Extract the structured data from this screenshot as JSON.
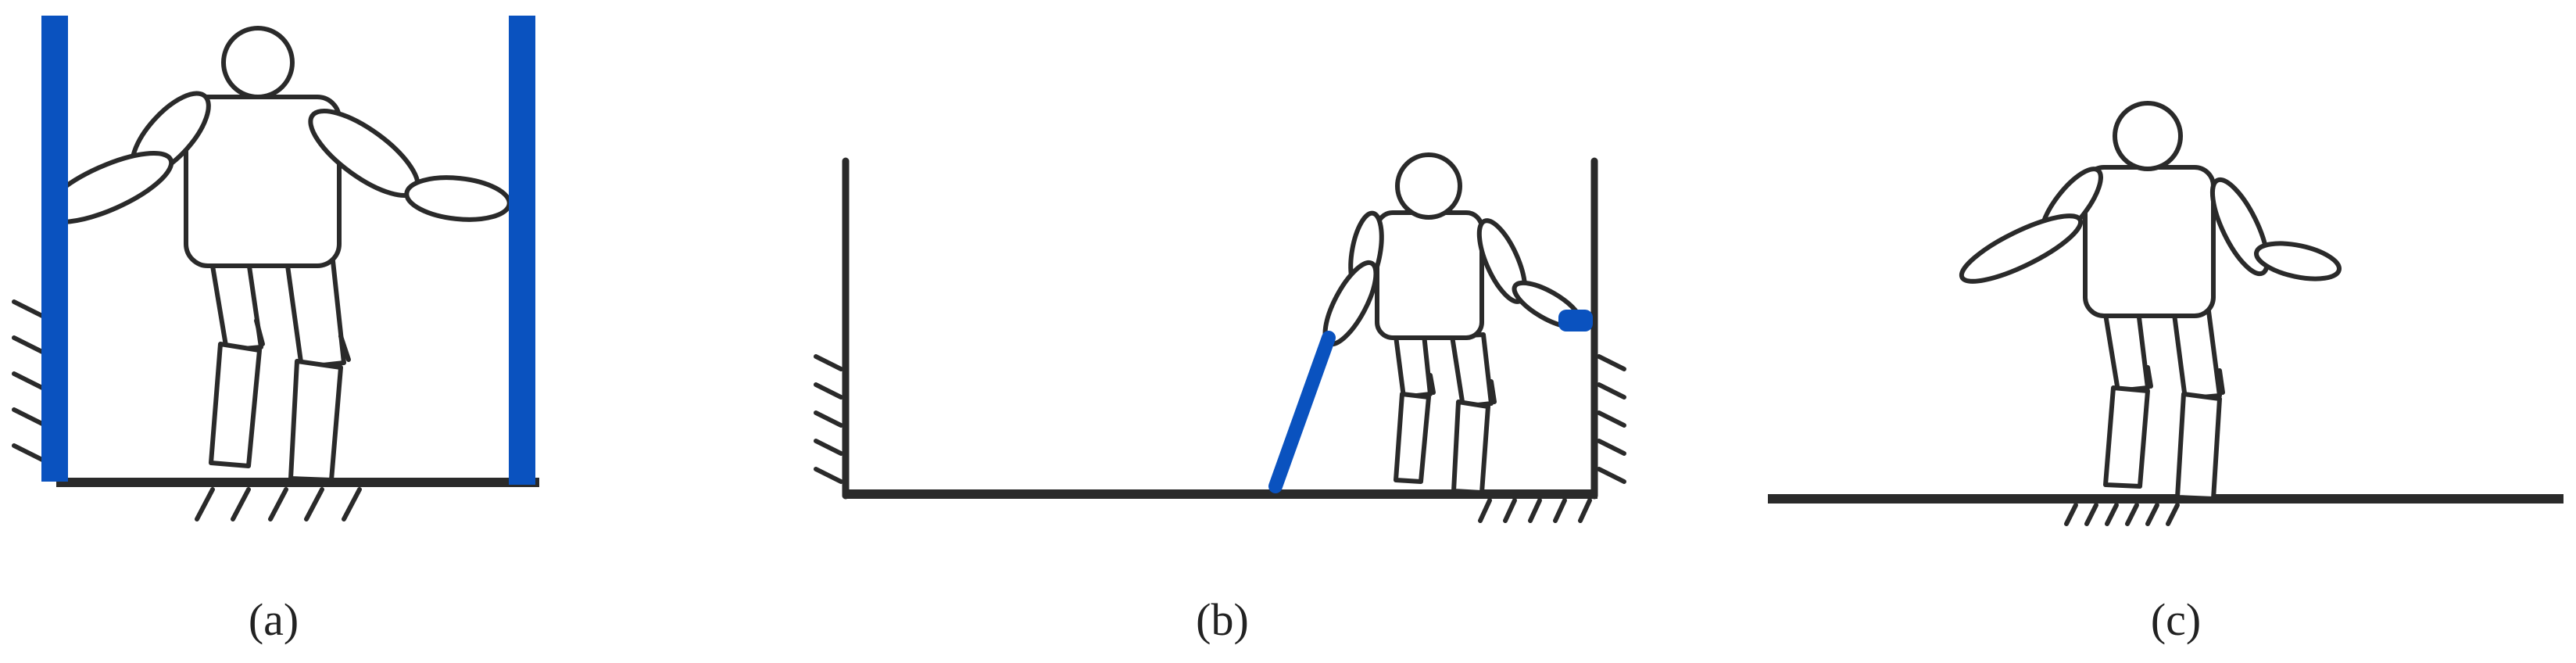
{
  "figure": {
    "panels": [
      {
        "id": "a",
        "caption": "(a)"
      },
      {
        "id": "b",
        "caption": "(b)"
      },
      {
        "id": "c",
        "caption": "(c)"
      }
    ],
    "colors": {
      "ink": "#2a2a2a",
      "support": "#0a52bf",
      "background": "#ffffff"
    }
  }
}
